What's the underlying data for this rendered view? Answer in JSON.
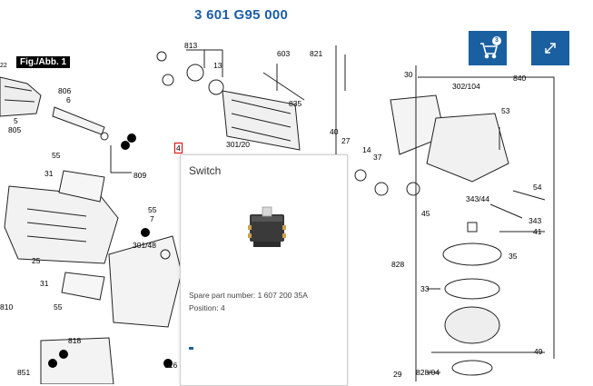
{
  "header": {
    "part_number_title": "3 601 G95 000"
  },
  "figure": {
    "tag": "Fig./Abb. 1",
    "number": "22"
  },
  "toolbar": {
    "cart_count": "3",
    "cart_icon": "cart-icon",
    "expand_icon": "expand-icon",
    "accent_color": "#1a5fa0"
  },
  "labels": {
    "l813": "813",
    "l603": "603",
    "l821": "821",
    "l13": "13",
    "l835": "835",
    "l30": "30",
    "l840": "840",
    "l302": "302/104",
    "l53": "53",
    "l806": "806",
    "l6": "6",
    "l5": "5",
    "l805": "805",
    "l55a": "55",
    "l31a": "31",
    "l809": "809",
    "l4": "4",
    "l301": "301/20",
    "l40": "40",
    "l27": "27",
    "l14": "14",
    "l37": "37",
    "l54": "54",
    "l343_44": "343/44",
    "l45": "45",
    "l343": "343",
    "l41": "41",
    "l55b": "55",
    "l7": "7",
    "l301_48": "301/48",
    "l25": "25",
    "l828": "828",
    "l35": "35",
    "l33": "33",
    "l31b": "31",
    "l55c": "55",
    "l810": "810",
    "l818": "818",
    "l851": "851",
    "l816": "816",
    "l29": "29",
    "l828_04": "828/04",
    "l49": "49"
  },
  "popup": {
    "title": "Switch",
    "spare_part_line": "Spare part number: 1 607 200 35A",
    "position_line": "Position: 4"
  }
}
